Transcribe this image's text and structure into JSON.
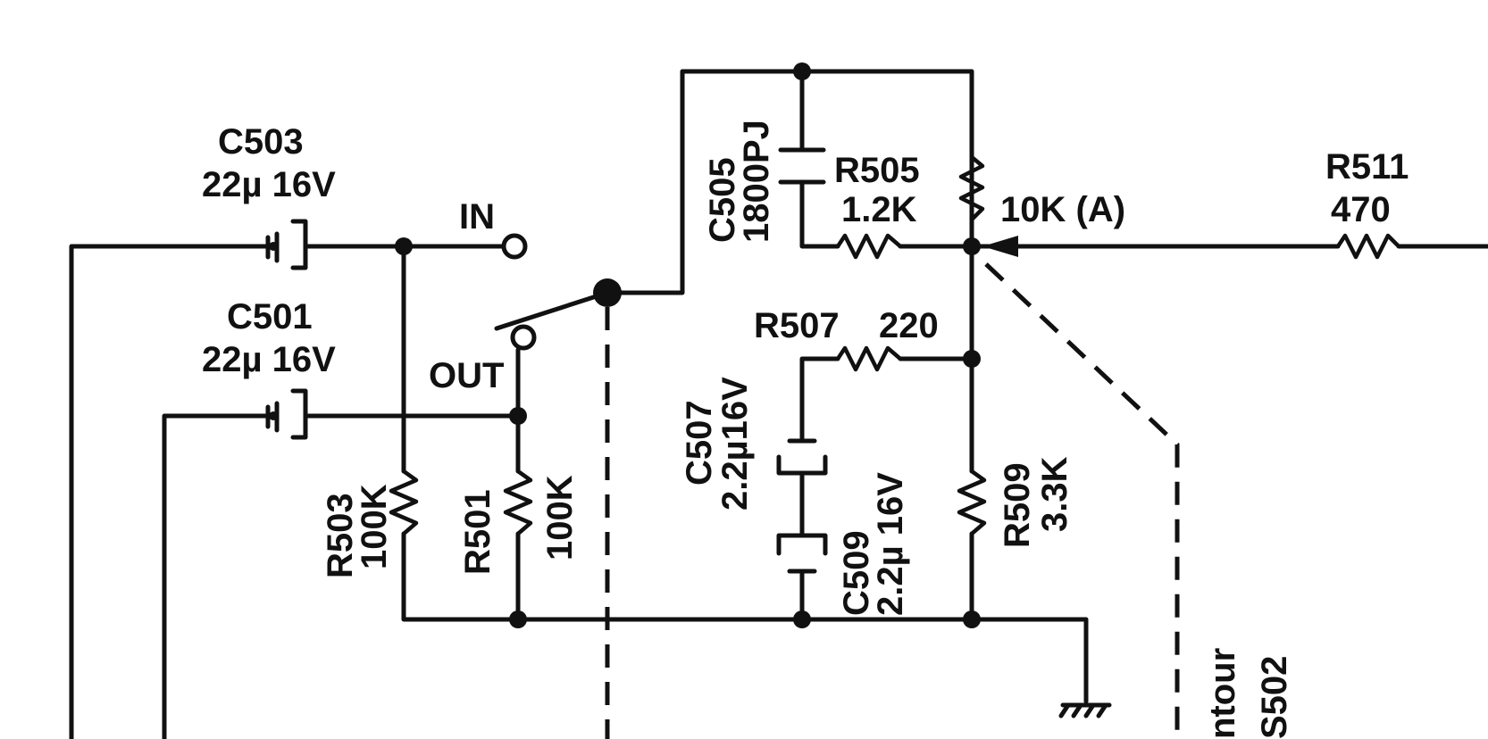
{
  "components": {
    "c503": {
      "ref": "C503",
      "value": "22µ 16V"
    },
    "c501": {
      "ref": "C501",
      "value": "22µ 16V"
    },
    "switch": {
      "in_label": "IN",
      "out_label": "OUT"
    },
    "r503": {
      "ref": "R503",
      "value": "100K"
    },
    "r501": {
      "ref": "R501",
      "value": "100K"
    },
    "c505": {
      "ref": "C505",
      "value": "1800PJ"
    },
    "r505": {
      "ref": "R505",
      "value": "1.2K"
    },
    "vr": {
      "value": "10K (A)"
    },
    "r511": {
      "ref": "R511",
      "value": "470"
    },
    "r507": {
      "ref": "R507",
      "value": "220"
    },
    "c507": {
      "ref": "C507",
      "value": "2.2µ16V"
    },
    "c509": {
      "ref": "C509",
      "value": "2.2µ 16V"
    },
    "r509": {
      "ref": "R509",
      "value": "3.3K"
    }
  },
  "cut_off_text": {
    "line1": "ntour",
    "line2": "S502"
  },
  "colors": {
    "ink": "#111111",
    "paper": "#ffffff"
  }
}
